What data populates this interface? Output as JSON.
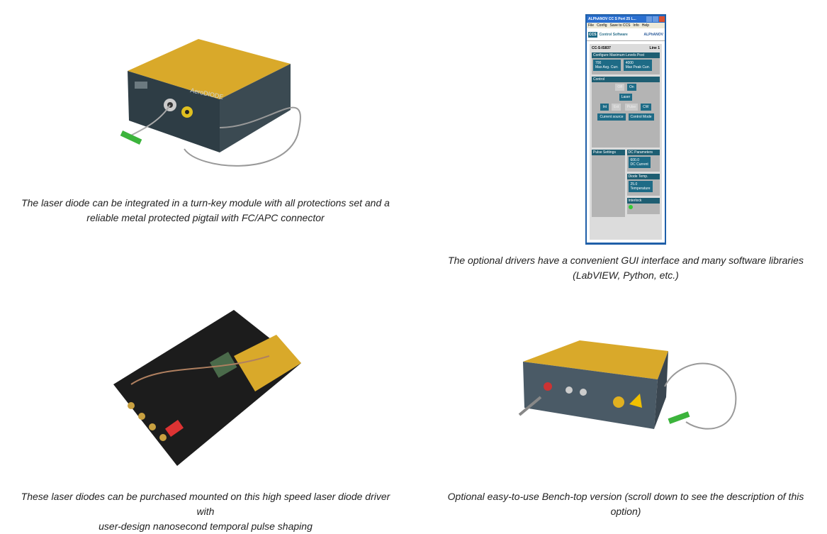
{
  "items": [
    {
      "caption_lines": [
        "The laser diode can be integrated in a turn-key module with all protections set and a",
        "reliable metal protected pigtail with FC/APC connector"
      ],
      "logo_text": "AeroDIODE"
    },
    {
      "caption_lines": [
        "The optional drivers have a convenient GUI interface and many software libraries",
        "(LabVIEW, Python, etc.)"
      ]
    },
    {
      "caption_lines": [
        "These laser diodes can be purchased mounted on this high speed laser diode driver with",
        "user-design nanosecond temporal pulse shaping"
      ]
    },
    {
      "caption_lines": [
        "Optional easy-to-use Bench-top version (scroll down to see the description of this",
        "option)"
      ]
    }
  ],
  "gui": {
    "title": "ALPhANOV CC S Port 25 L...",
    "menu": [
      "File",
      "Config",
      "Save to CCS",
      "Info",
      "Help"
    ],
    "logo": "CCS",
    "header": "Control Software",
    "brand": "ALPhANOV",
    "device": "CC-S-IS837",
    "line": "Line 1",
    "max_group": "Configure Maximum Levels Post",
    "max_avg": "700",
    "max_avg_label": "Max Avg. Curr.",
    "max_peak": "4000",
    "max_peak_label": "Max Peak Curr.",
    "control": "Control",
    "off": "Off",
    "on": "On",
    "laser": "Laser",
    "int": "Int",
    "ext": "Ext",
    "current_source": "Current source",
    "pulse": "Pulse",
    "cw": "CW",
    "control_mode": "Control Mode",
    "pulse_settings": "Pulse Settings",
    "dc_params": "DC Parameters",
    "dc_current": "600.0",
    "dc_current_label": "DC Current",
    "diode_temp": "Diode Temp.",
    "temp": "25.0",
    "temp_label": "Temperature",
    "interlock": "Interlock"
  }
}
